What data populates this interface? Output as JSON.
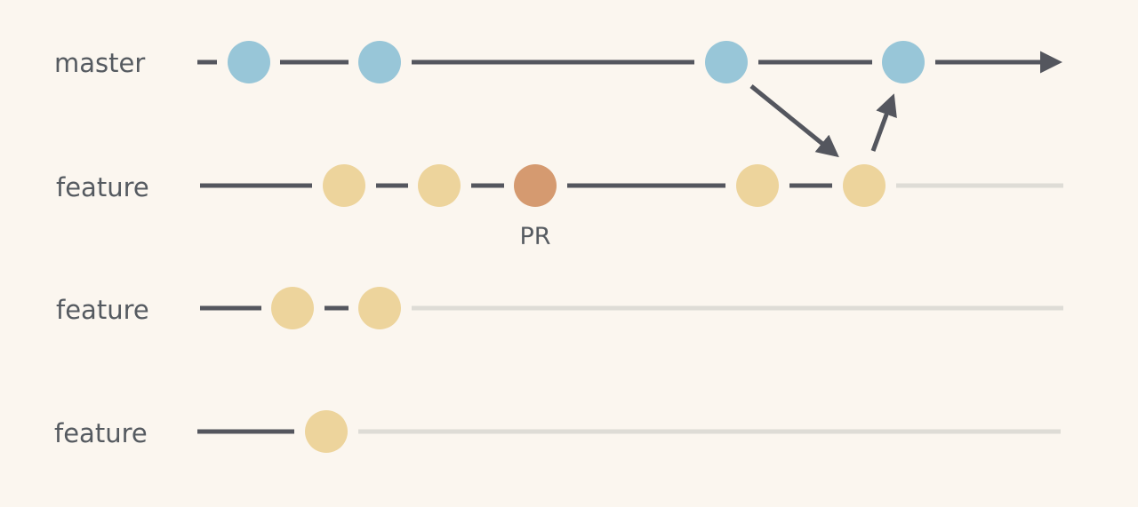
{
  "colors": {
    "background": "#fbf6ef",
    "line": "#54565e",
    "future_line": "#dedcd6",
    "master_commit": "#98c6d8",
    "feature_commit": "#edd49c",
    "pr_commit": "#d59a70"
  },
  "branches": [
    {
      "name": "master",
      "commits": [
        {
          "kind": "master"
        },
        {
          "kind": "master"
        },
        {
          "kind": "master"
        },
        {
          "kind": "master"
        }
      ]
    },
    {
      "name": "feature",
      "commits": [
        {
          "kind": "feature"
        },
        {
          "kind": "feature"
        },
        {
          "kind": "pr",
          "label": "PR"
        },
        {
          "kind": "feature"
        },
        {
          "kind": "feature"
        }
      ]
    },
    {
      "name": "feature",
      "commits": [
        {
          "kind": "feature"
        },
        {
          "kind": "feature"
        }
      ]
    },
    {
      "name": "feature",
      "commits": [
        {
          "kind": "feature"
        }
      ]
    }
  ]
}
